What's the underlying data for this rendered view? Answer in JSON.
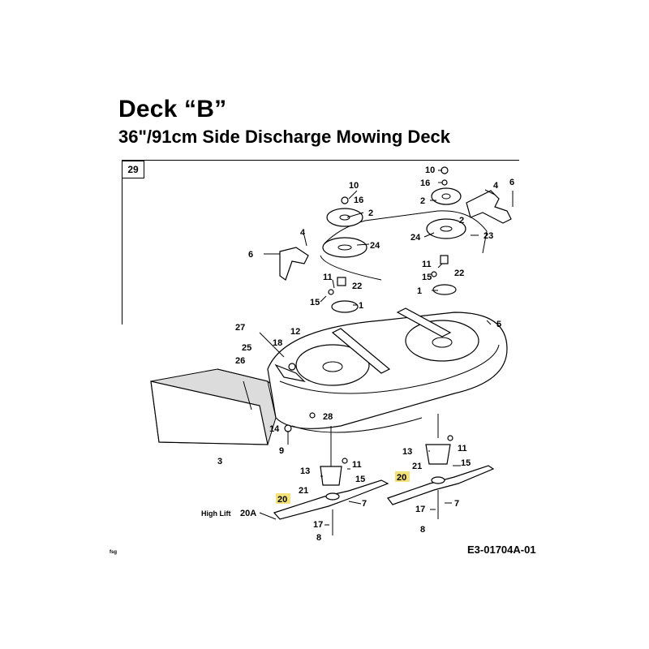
{
  "header": {
    "title": "Deck “B”",
    "subtitle": "36\"/91cm Side Discharge Mowing Deck"
  },
  "page_number": "29",
  "drawing_code": "E3-01704A-01",
  "corner_mark": "fsg",
  "highlight_color": "#f3e27a",
  "callouts": {
    "c10a": "10",
    "c16a": "16",
    "c2a": "2",
    "c2b": "2",
    "c24a": "24",
    "c10b": "10",
    "c16b": "16",
    "c2c": "2",
    "c4b": "4",
    "c6b": "6",
    "c24b": "24",
    "c23": "23",
    "c11b": "11",
    "c15b": "15",
    "c22b": "22",
    "c1b": "1",
    "c6a": "6",
    "c4a": "4",
    "c11a": "11",
    "c22a": "22",
    "c15a": "15",
    "c1a": "1",
    "c5": "5",
    "c27": "27",
    "c18": "18",
    "c12": "12",
    "c25": "25",
    "c26": "26",
    "c28": "28",
    "c14": "14",
    "c9": "9",
    "c3": "3",
    "c13a": "13",
    "c11c": "11",
    "c21a": "21",
    "c15c": "15",
    "c20a": "20",
    "c17a": "17",
    "c7a": "7",
    "c8a": "8",
    "c13b": "13",
    "c11d": "11",
    "c21b": "21",
    "c15d": "15",
    "c20b": "20",
    "c17b": "17",
    "c7b": "7",
    "c8b": "8",
    "c20A": "20A",
    "highlift": "High Lift"
  }
}
